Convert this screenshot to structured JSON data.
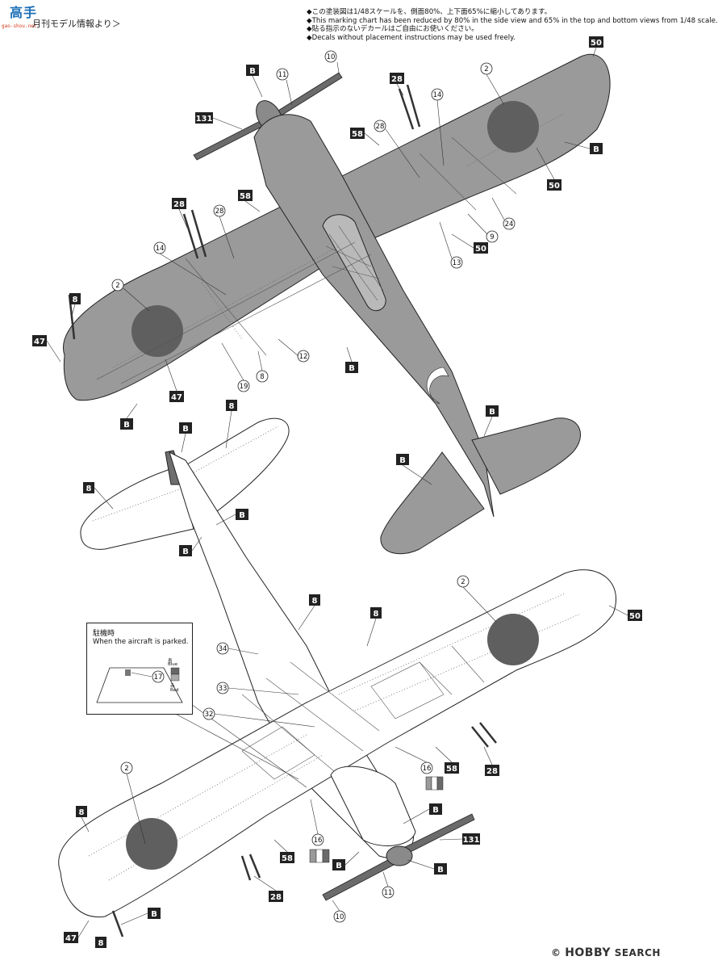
{
  "header": {
    "logo_text": "高手",
    "logo_sub": "gao-shou.net",
    "breadcrumb": "月刊モデル情報より＞"
  },
  "notes": [
    "◆この塗装図は1/48スケールを、側面80%、上下面65%に縮小してあります。",
    "◆This marking chart has been reduced by 80% in the side view and 65% in the top and bottom views from 1/48 scale.",
    "◆貼る指示のないデカールはご自由にお使いください。",
    "◆Decals without placement instructions may be used freely."
  ],
  "inset": {
    "title_jp": "駐機時",
    "title_en": "When the aircraft is parked.",
    "callout": "17",
    "blue_jp": "青",
    "blue_en": "Blue",
    "red_jp": "赤",
    "red_en": "Red"
  },
  "colors": {
    "dark_green": "#9a9a9a",
    "hinomaru": "#5f5f5f",
    "underside": "#ffffff",
    "line": "#2a2a2a"
  },
  "top_view": {
    "boxes": [
      "B",
      "131",
      "28",
      "58",
      "28",
      "58",
      "8",
      "47",
      "B",
      "47",
      "B",
      "50",
      "B",
      "50",
      "50",
      "B",
      "B"
    ],
    "circles": [
      "10",
      "11",
      "28",
      "14",
      "2",
      "24",
      "9",
      "13",
      "28",
      "14",
      "2",
      "12",
      "8",
      "19"
    ]
  },
  "bottom_view": {
    "boxes": [
      "8",
      "B",
      "8",
      "B",
      "B",
      "8",
      "8",
      "50",
      "58",
      "28",
      "B",
      "131",
      "B",
      "B",
      "8",
      "58",
      "28",
      "B",
      "47",
      "8"
    ],
    "circles": [
      "2",
      "34",
      "33",
      "32",
      "16",
      "2",
      "16",
      "11",
      "10"
    ]
  },
  "watermark": {
    "brand": "HOBBY",
    "word": "SEARCH",
    "symbol": "©"
  }
}
